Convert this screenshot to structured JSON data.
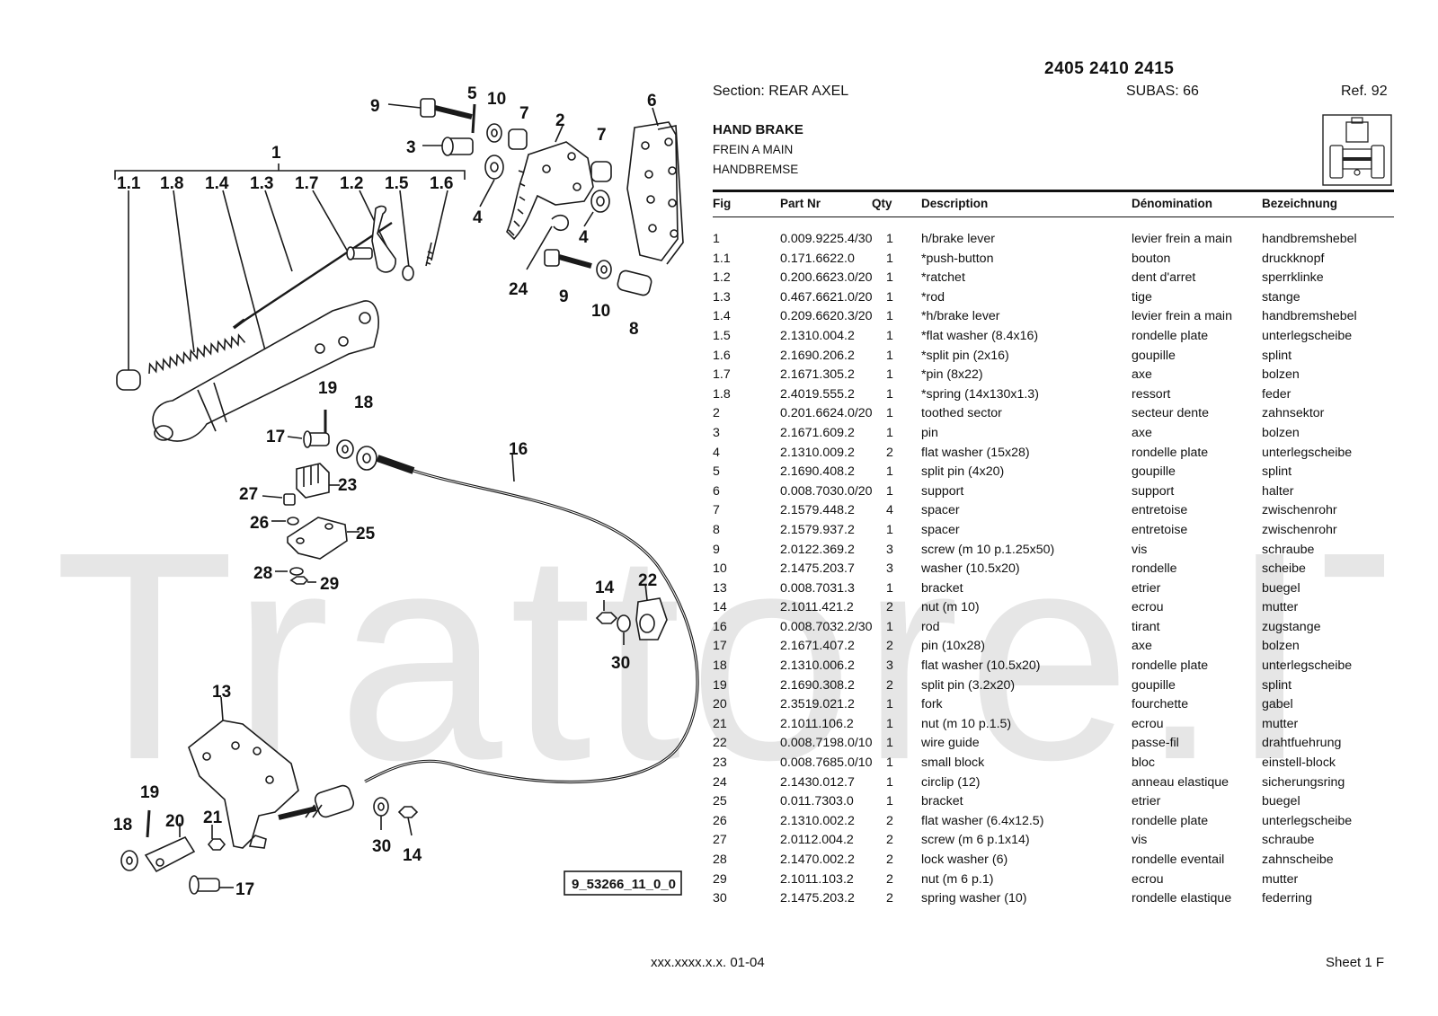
{
  "watermark": "Trattore.IT",
  "header": {
    "models": "2405 2410 2415",
    "section": "Section: REAR AXEL",
    "subas": "SUBAS: 66",
    "ref": "Ref. 92",
    "title_en": "HAND BRAKE",
    "title_fr": "FREIN A MAIN",
    "title_de": "HANDBREMSE"
  },
  "table": {
    "columns": [
      "Fig",
      "Part Nr",
      "Qty",
      "Description",
      "Dénomination",
      "Bezeichnung"
    ],
    "rows": [
      {
        "fig": "1",
        "part": "0.009.9225.4/30",
        "qty": "1",
        "desc": "h/brake lever",
        "den": "levier frein a main",
        "bez": "handbremshebel"
      },
      {
        "fig": "1.1",
        "part": "0.171.6622.0",
        "qty": "1",
        "desc": "*push-button",
        "den": "bouton",
        "bez": "druckknopf"
      },
      {
        "fig": "1.2",
        "part": "0.200.6623.0/20",
        "qty": "1",
        "desc": "*ratchet",
        "den": "dent d'arret",
        "bez": "sperrklinke"
      },
      {
        "fig": "1.3",
        "part": "0.467.6621.0/20",
        "qty": "1",
        "desc": "*rod",
        "den": "tige",
        "bez": "stange"
      },
      {
        "fig": "1.4",
        "part": "0.209.6620.3/20",
        "qty": "1",
        "desc": "*h/brake lever",
        "den": "levier frein a main",
        "bez": "handbremshebel"
      },
      {
        "fig": "1.5",
        "part": "2.1310.004.2",
        "qty": "1",
        "desc": "*flat washer (8.4x16)",
        "den": "rondelle plate",
        "bez": "unterlegscheibe"
      },
      {
        "fig": "1.6",
        "part": "2.1690.206.2",
        "qty": "1",
        "desc": "*split pin (2x16)",
        "den": "goupille",
        "bez": "splint"
      },
      {
        "fig": "1.7",
        "part": "2.1671.305.2",
        "qty": "1",
        "desc": "*pin (8x22)",
        "den": "axe",
        "bez": "bolzen"
      },
      {
        "fig": "1.8",
        "part": "2.4019.555.2",
        "qty": "1",
        "desc": "*spring (14x130x1.3)",
        "den": "ressort",
        "bez": "feder"
      },
      {
        "fig": "2",
        "part": "0.201.6624.0/20",
        "qty": "1",
        "desc": "toothed sector",
        "den": "secteur dente",
        "bez": "zahnsektor"
      },
      {
        "fig": "3",
        "part": "2.1671.609.2",
        "qty": "1",
        "desc": "pin",
        "den": "axe",
        "bez": "bolzen"
      },
      {
        "fig": "4",
        "part": "2.1310.009.2",
        "qty": "2",
        "desc": "flat washer (15x28)",
        "den": "rondelle plate",
        "bez": "unterlegscheibe"
      },
      {
        "fig": "5",
        "part": "2.1690.408.2",
        "qty": "1",
        "desc": "split pin (4x20)",
        "den": "goupille",
        "bez": "splint"
      },
      {
        "fig": "6",
        "part": "0.008.7030.0/20",
        "qty": "1",
        "desc": "support",
        "den": "support",
        "bez": "halter"
      },
      {
        "fig": "7",
        "part": "2.1579.448.2",
        "qty": "4",
        "desc": "spacer",
        "den": "entretoise",
        "bez": "zwischenrohr"
      },
      {
        "fig": "8",
        "part": "2.1579.937.2",
        "qty": "1",
        "desc": "spacer",
        "den": "entretoise",
        "bez": "zwischenrohr"
      },
      {
        "fig": "9",
        "part": "2.0122.369.2",
        "qty": "3",
        "desc": "screw (m 10 p.1.25x50)",
        "den": "vis",
        "bez": "schraube"
      },
      {
        "fig": "10",
        "part": "2.1475.203.7",
        "qty": "3",
        "desc": "washer (10.5x20)",
        "den": "rondelle",
        "bez": "scheibe"
      },
      {
        "fig": "13",
        "part": "0.008.7031.3",
        "qty": "1",
        "desc": "bracket",
        "den": "etrier",
        "bez": "buegel"
      },
      {
        "fig": "14",
        "part": "2.1011.421.2",
        "qty": "2",
        "desc": "nut (m 10)",
        "den": "ecrou",
        "bez": "mutter"
      },
      {
        "fig": "16",
        "part": "0.008.7032.2/30",
        "qty": "1",
        "desc": "rod",
        "den": "tirant",
        "bez": "zugstange"
      },
      {
        "fig": "17",
        "part": "2.1671.407.2",
        "qty": "2",
        "desc": "pin (10x28)",
        "den": "axe",
        "bez": "bolzen"
      },
      {
        "fig": "18",
        "part": "2.1310.006.2",
        "qty": "3",
        "desc": "flat washer (10.5x20)",
        "den": "rondelle plate",
        "bez": "unterlegscheibe"
      },
      {
        "fig": "19",
        "part": "2.1690.308.2",
        "qty": "2",
        "desc": "split pin (3.2x20)",
        "den": "goupille",
        "bez": "splint"
      },
      {
        "fig": "20",
        "part": "2.3519.021.2",
        "qty": "1",
        "desc": "fork",
        "den": "fourchette",
        "bez": "gabel"
      },
      {
        "fig": "21",
        "part": "2.1011.106.2",
        "qty": "1",
        "desc": "nut (m 10 p.1.5)",
        "den": "ecrou",
        "bez": "mutter"
      },
      {
        "fig": "22",
        "part": "0.008.7198.0/10",
        "qty": "1",
        "desc": "wire guide",
        "den": "passe-fil",
        "bez": "drahtfuehrung"
      },
      {
        "fig": "23",
        "part": "0.008.7685.0/10",
        "qty": "1",
        "desc": "small block",
        "den": "bloc",
        "bez": "einstell-block"
      },
      {
        "fig": "24",
        "part": "2.1430.012.7",
        "qty": "1",
        "desc": "circlip (12)",
        "den": "anneau elastique",
        "bez": "sicherungsring"
      },
      {
        "fig": "25",
        "part": "0.011.7303.0",
        "qty": "1",
        "desc": "bracket",
        "den": "etrier",
        "bez": "buegel"
      },
      {
        "fig": "26",
        "part": "2.1310.002.2",
        "qty": "2",
        "desc": "flat washer (6.4x12.5)",
        "den": "rondelle plate",
        "bez": "unterlegscheibe"
      },
      {
        "fig": "27",
        "part": "2.0112.004.2",
        "qty": "2",
        "desc": "screw (m 6 p.1x14)",
        "den": "vis",
        "bez": "schraube"
      },
      {
        "fig": "28",
        "part": "2.1470.002.2",
        "qty": "2",
        "desc": "lock washer (6)",
        "den": "rondelle eventail",
        "bez": "zahnscheibe"
      },
      {
        "fig": "29",
        "part": "2.1011.103.2",
        "qty": "2",
        "desc": "nut (m 6 p.1)",
        "den": "ecrou",
        "bez": "mutter"
      },
      {
        "fig": "30",
        "part": "2.1475.203.2",
        "qty": "2",
        "desc": "spring washer (10)",
        "den": "rondelle elastique",
        "bez": "federring"
      }
    ]
  },
  "drawing": {
    "code": "9_53266_11_0_0",
    "labels": {
      "l1": "1",
      "l1_1": "1.1",
      "l1_8": "1.8",
      "l1_4": "1.4",
      "l1_3": "1.3",
      "l1_7": "1.7",
      "l1_2": "1.2",
      "l1_5": "1.5",
      "l1_6": "1.6",
      "l2": "2",
      "l3": "3",
      "l4a": "4",
      "l4b": "4",
      "l5": "5",
      "l6": "6",
      "l7a": "7",
      "l7b": "7",
      "l8": "8",
      "l9a": "9",
      "l9b": "9",
      "l10a": "10",
      "l10b": "10",
      "l13": "13",
      "l14a": "14",
      "l14b": "14",
      "l16": "16",
      "l17a": "17",
      "l17b": "17",
      "l18a": "18",
      "l18b": "18",
      "l19a": "19",
      "l19b": "19",
      "l20": "20",
      "l21": "21",
      "l22": "22",
      "l23": "23",
      "l24": "24",
      "l25": "25",
      "l26": "26",
      "l27": "27",
      "l28": "28",
      "l29": "29",
      "l30a": "30",
      "l30b": "30"
    }
  },
  "footer": {
    "code": "xxx.xxxx.x.x. 01-04",
    "sheet": "Sheet 1 F"
  }
}
